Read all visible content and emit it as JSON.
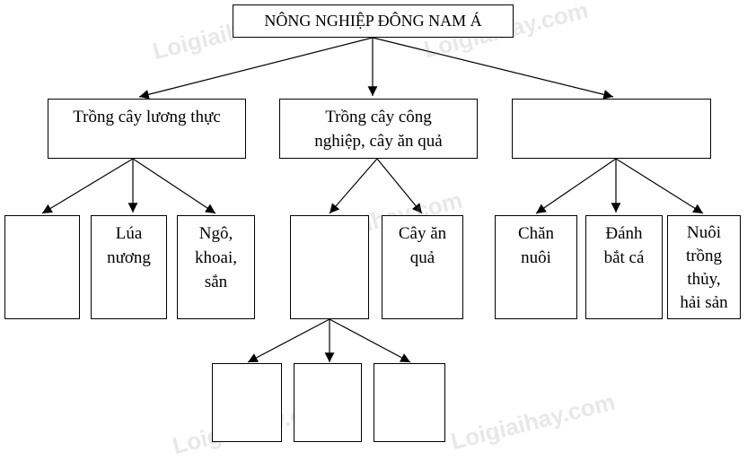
{
  "root": {
    "label": "NÔNG NGHIỆP ĐÔNG NAM Á"
  },
  "level1": [
    {
      "label": "Trồng cây lương thực"
    },
    {
      "label": "Trồng cây công\nnghiệp, cây ăn quả"
    },
    {
      "label": ""
    }
  ],
  "level2": [
    {
      "label": ""
    },
    {
      "label": "Lúa\nnương"
    },
    {
      "label": "Ngô,\nkhoai,\nsắn"
    },
    {
      "label": ""
    },
    {
      "label": "Cây ăn\nquả"
    },
    {
      "label": "Chăn\nnuôi"
    },
    {
      "label": "Đánh\nbắt cá"
    },
    {
      "label": "Nuôi\ntrồng\nthủy,\nhải sản"
    }
  ],
  "level3": [
    {
      "label": ""
    },
    {
      "label": ""
    },
    {
      "label": ""
    }
  ],
  "watermark": {
    "text": "Loigiaihay.com"
  },
  "colors": {
    "line": "#000000",
    "watermark": "#969696"
  }
}
